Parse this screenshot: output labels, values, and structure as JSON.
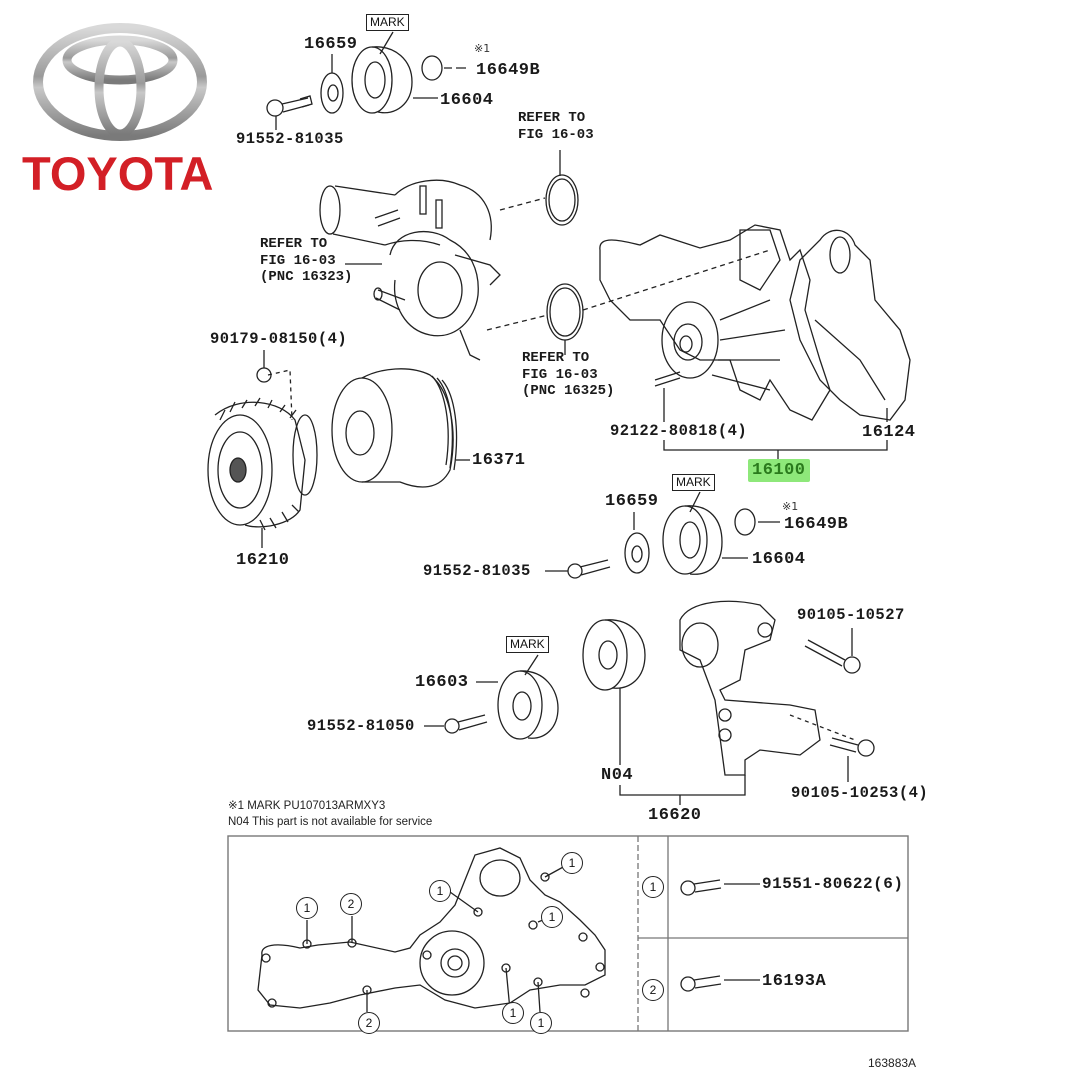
{
  "brand": {
    "name": "TOYOTA",
    "logo": "toyota-emblem-icon",
    "brand_color": "#d31f26"
  },
  "highlight_color": "#8ee87a",
  "callouts": {
    "top_16659": "16659",
    "top_mark": "MARK",
    "top_sup": "※1",
    "top_16649b": "16649B",
    "top_16604": "16604",
    "top_91552": "91552-81035",
    "refer_1": "REFER TO\nFIG 16-03",
    "refer_2": "REFER TO\nFIG 16-03\n(PNC 16323)",
    "refer_3": "REFER TO\nFIG 16-03\n(PNC 16325)",
    "p_90179": "90179-08150(4)",
    "p_16371": "16371",
    "p_16210": "16210",
    "p_92122": "92122-80818(4)",
    "p_16124": "16124",
    "p_16100": "16100",
    "mid_mark": "MARK",
    "mid_16659": "16659",
    "mid_sup": "※1",
    "mid_16649b": "16649B",
    "mid_91552": "91552-81035",
    "mid_16604": "16604",
    "p_90105a": "90105-10527",
    "low_mark": "MARK",
    "p_16603": "16603",
    "p_91552_81050": "91552-81050",
    "p_n04": "N04",
    "p_90105b": "90105-10253(4)",
    "p_16620": "16620"
  },
  "notes": [
    "※1 MARK PU107013ARMXY3",
    "N04  This part is not available for service"
  ],
  "detail_table": {
    "rows": [
      {
        "key": "1",
        "part": "91551-80622(6)"
      },
      {
        "key": "2",
        "part": "16193A"
      }
    ],
    "gasket_markers": [
      "1",
      "2",
      "1",
      "1",
      "1",
      "2",
      "1",
      "1"
    ]
  },
  "figure_number": "163883A"
}
